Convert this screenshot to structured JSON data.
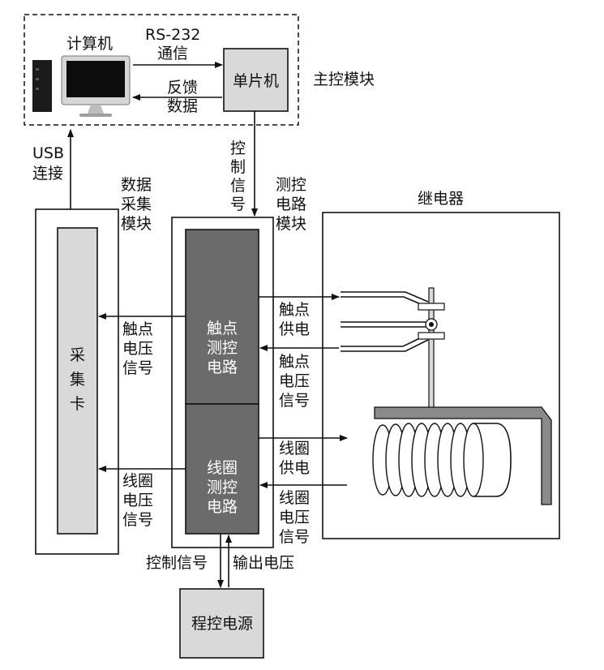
{
  "main_module": {
    "label": "主控模块",
    "computer": {
      "label": "计算机",
      "icon": "desktop-computer-icon"
    },
    "mcu": {
      "label": "单片机"
    },
    "rs232_label": [
      "RS-232",
      "通信"
    ],
    "feedback_label": [
      "反馈",
      "数据"
    ]
  },
  "usb_label": [
    "USB",
    "连接"
  ],
  "control_signal_label": [
    "控",
    "制",
    "信",
    "号"
  ],
  "acquisition_module": {
    "label": [
      "数据",
      "采集",
      "模块"
    ],
    "card_label": [
      "采",
      "集",
      "卡"
    ]
  },
  "measure_module": {
    "label": [
      "测控",
      "电路",
      "模块"
    ],
    "contact_circuit": [
      "触点",
      "测控",
      "电路"
    ],
    "coil_circuit": [
      "线圈",
      "测控",
      "电路"
    ]
  },
  "relay": {
    "label": "继电器"
  },
  "signals": {
    "contact_voltage_left": [
      "触点",
      "电压",
      "信号"
    ],
    "coil_voltage_left": [
      "线圈",
      "电压",
      "信号"
    ],
    "contact_supply": [
      "触点",
      "供电"
    ],
    "contact_voltage_right": [
      "触点",
      "电压",
      "信号"
    ],
    "coil_supply": [
      "线圈",
      "供电"
    ],
    "coil_voltage_right": [
      "线圈",
      "电压",
      "信号"
    ]
  },
  "power": {
    "label": "程控电源",
    "control_signal": "控制信号",
    "output_voltage": "输出电压"
  },
  "colors": {
    "box_fill": "#d9d9d9",
    "dark_fill": "#6b6b6b",
    "line": "#111111"
  }
}
